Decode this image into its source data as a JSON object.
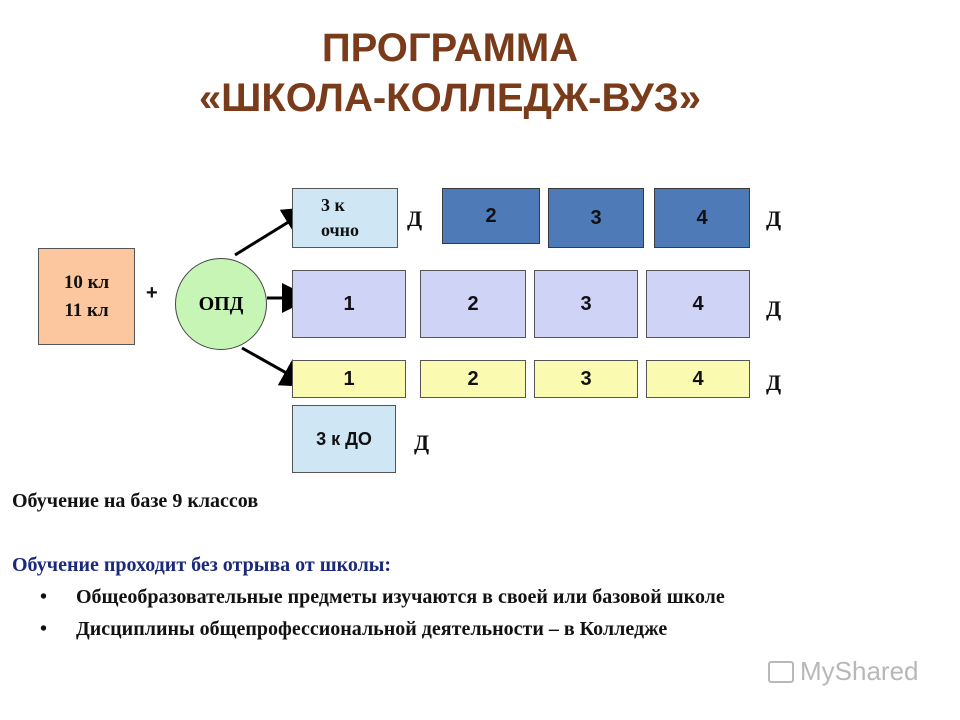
{
  "title": {
    "line1": "ПРОГРАММА",
    "line2": "«ШКОЛА-КОЛЛЕДЖ-ВУЗ»"
  },
  "diagram": {
    "start_box": {
      "line1": "10 кл",
      "line2": "11 кл"
    },
    "plus": "+",
    "hub": "ОПД",
    "row_top": {
      "first_line1": "3 к",
      "first_line2": "очно",
      "d_before": "Д",
      "cells": [
        "2",
        "3",
        "4"
      ],
      "d_after": "Д"
    },
    "row_mid": {
      "cells": [
        "1",
        "2",
        "3",
        "4"
      ],
      "d_after": "Д"
    },
    "row_yellow": {
      "cells": [
        "1",
        "2",
        "3",
        "4"
      ],
      "d_after": "Д"
    },
    "row_bottom": {
      "label": "3 к ДО",
      "d_after": "Д"
    }
  },
  "text": {
    "line1": "Обучение на базе 9 классов",
    "line2": "Обучение проходит без отрыва от школы:",
    "bullets": [
      "Общеобразовательные предметы изучаются в своей или базовой школе",
      "Дисциплины общепрофессиональной деятельности – в Колледже"
    ],
    "bullet_char": "•"
  },
  "watermark": "MyShared",
  "colors": {
    "title": "#7a3b1b",
    "dark_blue": "#4f7ab8",
    "lavender": "#cfd3f5",
    "yellow": "#fafab0",
    "sky": "#cfe6f5",
    "peach": "#fcc69e",
    "green": "#c6f5b6",
    "navy_text": "#1a2a78"
  }
}
